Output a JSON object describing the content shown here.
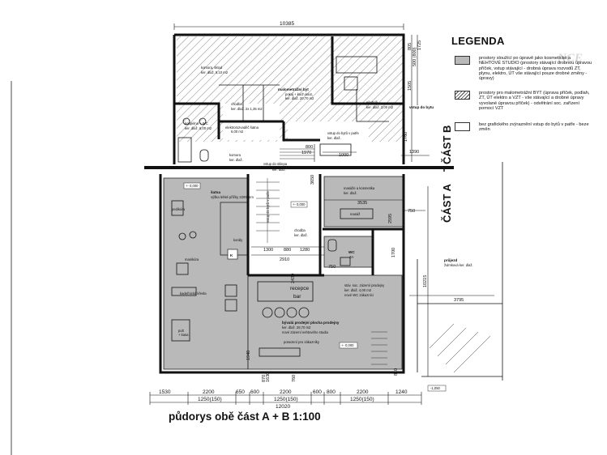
{
  "legend": {
    "title": "LEGENDA",
    "items": [
      {
        "swatch": "grey",
        "text": "prostory sloužící po úpravě jako kosmetické a NEHTOVÉ STUDIO (prostory stávající drobnou úpravou příček, vstup stávající - drobná úprava rozvodů ZT, plynu, elektro, ÚT vše stávající pouze drobné změny - úpravy)"
      },
      {
        "swatch": "hatch",
        "text": "prostory pro malometrážní BYT (úprava příček, podlah, ZT, ÚT elektro a VZT - vše stávající a drobné úpravy vyvolané úpravou příček) - odvětrání soc. zařízení pomocí VZT"
      },
      {
        "swatch": "white",
        "text": "bez grafického zvýraznění vstup do bytů v patře - beze změn"
      }
    ],
    "watermark": "NCE"
  },
  "sections": {
    "b": "ČÁST B",
    "a": "ČÁST A"
  },
  "title": "půdorys obě část A + B  1:100",
  "rooms": {
    "komora": "komora, sklad",
    "komora_sub": "ker. dlaž. 9,10 m2",
    "byt": "malometrážní byt",
    "byt_sub1": "pokoj + kuch.kout,",
    "byt_sub2": "ker. dlaž. 20,70 m2",
    "predsin": "předsíň",
    "predsin_sub": "ker. dlaž. 3,00 m2",
    "chodba_b": "chodba",
    "chodba_b_sub": "ker. dlaž. 2x 1,35 m2",
    "koupelna": "koupelna + WC",
    "koupelna_sub": "ker. dlaž. 6,00 m2",
    "rozvadec": "elektrorozvaděč šatna",
    "rozvadec_sub": "6,00 m2",
    "komora2": "komora",
    "komora2_sub": "ker. dlaž.",
    "satna": "šatna",
    "satna_sub": "výška lehké příčky 2200 mm",
    "pedikura": "pedikúra",
    "manikura": "manikúra",
    "kadernicka": "kadeřnická křesla",
    "pult": "pult",
    "pult2": "+ kasa",
    "masaze": "masáže a kosmetika",
    "masaze_sub": "ker. dlaž.",
    "masaz": "masáž",
    "chodba_a": "chodba",
    "chodba_a_sub": "ker. dlaž.",
    "wc": "WC",
    "wc_sub": "ZA",
    "soc": "stáv. soc. zázemí prodejny",
    "soc_sub1": "ker. dlaž. 4,00 m2",
    "soc_sub2": "nové WC zákazníci",
    "recepce": "recepce",
    "bar": "bar",
    "prodejna": "bývalá prodejní plocha prodejny",
    "prodejna_sub1": "ker. dlaž. 28,70 m2",
    "prodejna_sub2": "nové zázemí nehtového studia",
    "posezeni": "posezení pro zákazníky",
    "koraly": "korály",
    "k": "K",
    "prujezd": "průjezd",
    "prujezd_sub": "žulmková ker. dlaž.",
    "vstup_byt": "vstup do bytu",
    "vstup_patre": "vstup do bytů v patře",
    "vstup_patre_sub": "ker. dlaž.",
    "vstup_sklep": "vstup do sklepa",
    "vstup_sklep_sub": "ker. dlaž.",
    "vstup_patre2": "vstup do bytů v patře",
    "level_satna": "+- 0,000",
    "level_chodba": "+- 0,000",
    "level_shop": "+- 0,000",
    "level_ext": "-1,050"
  },
  "dims": {
    "top": "10385",
    "r1": "805",
    "r2": "1725",
    "r3": "500 (800)",
    "r4": "1505",
    "r5": "1760",
    "r6": "1390",
    "d800": "800",
    "d1970": "1970",
    "d1000": "1000",
    "d3535": "3535",
    "d2595": "2595",
    "d750": "750",
    "d1300": "1300",
    "d880": "880",
    "d1280": "1280",
    "d2910": "2910",
    "d750b": "750",
    "d1700": "1700",
    "d3795": "3795",
    "d10215": "10215",
    "d3650": "3650",
    "d2430": "2430",
    "d1940": "1940",
    "d760": "760",
    "d1630": "1630",
    "d870": "870",
    "d810": "810",
    "b1": "1530",
    "b2": "2200",
    "b3": "650",
    "b4": "600",
    "b5": "2200",
    "b6": "600",
    "b7": "800",
    "b8": "2200",
    "b9": "1240",
    "bs1": "1250(150)",
    "bs2": "1250(150)",
    "bs3": "1250(150)",
    "total": "12020"
  }
}
